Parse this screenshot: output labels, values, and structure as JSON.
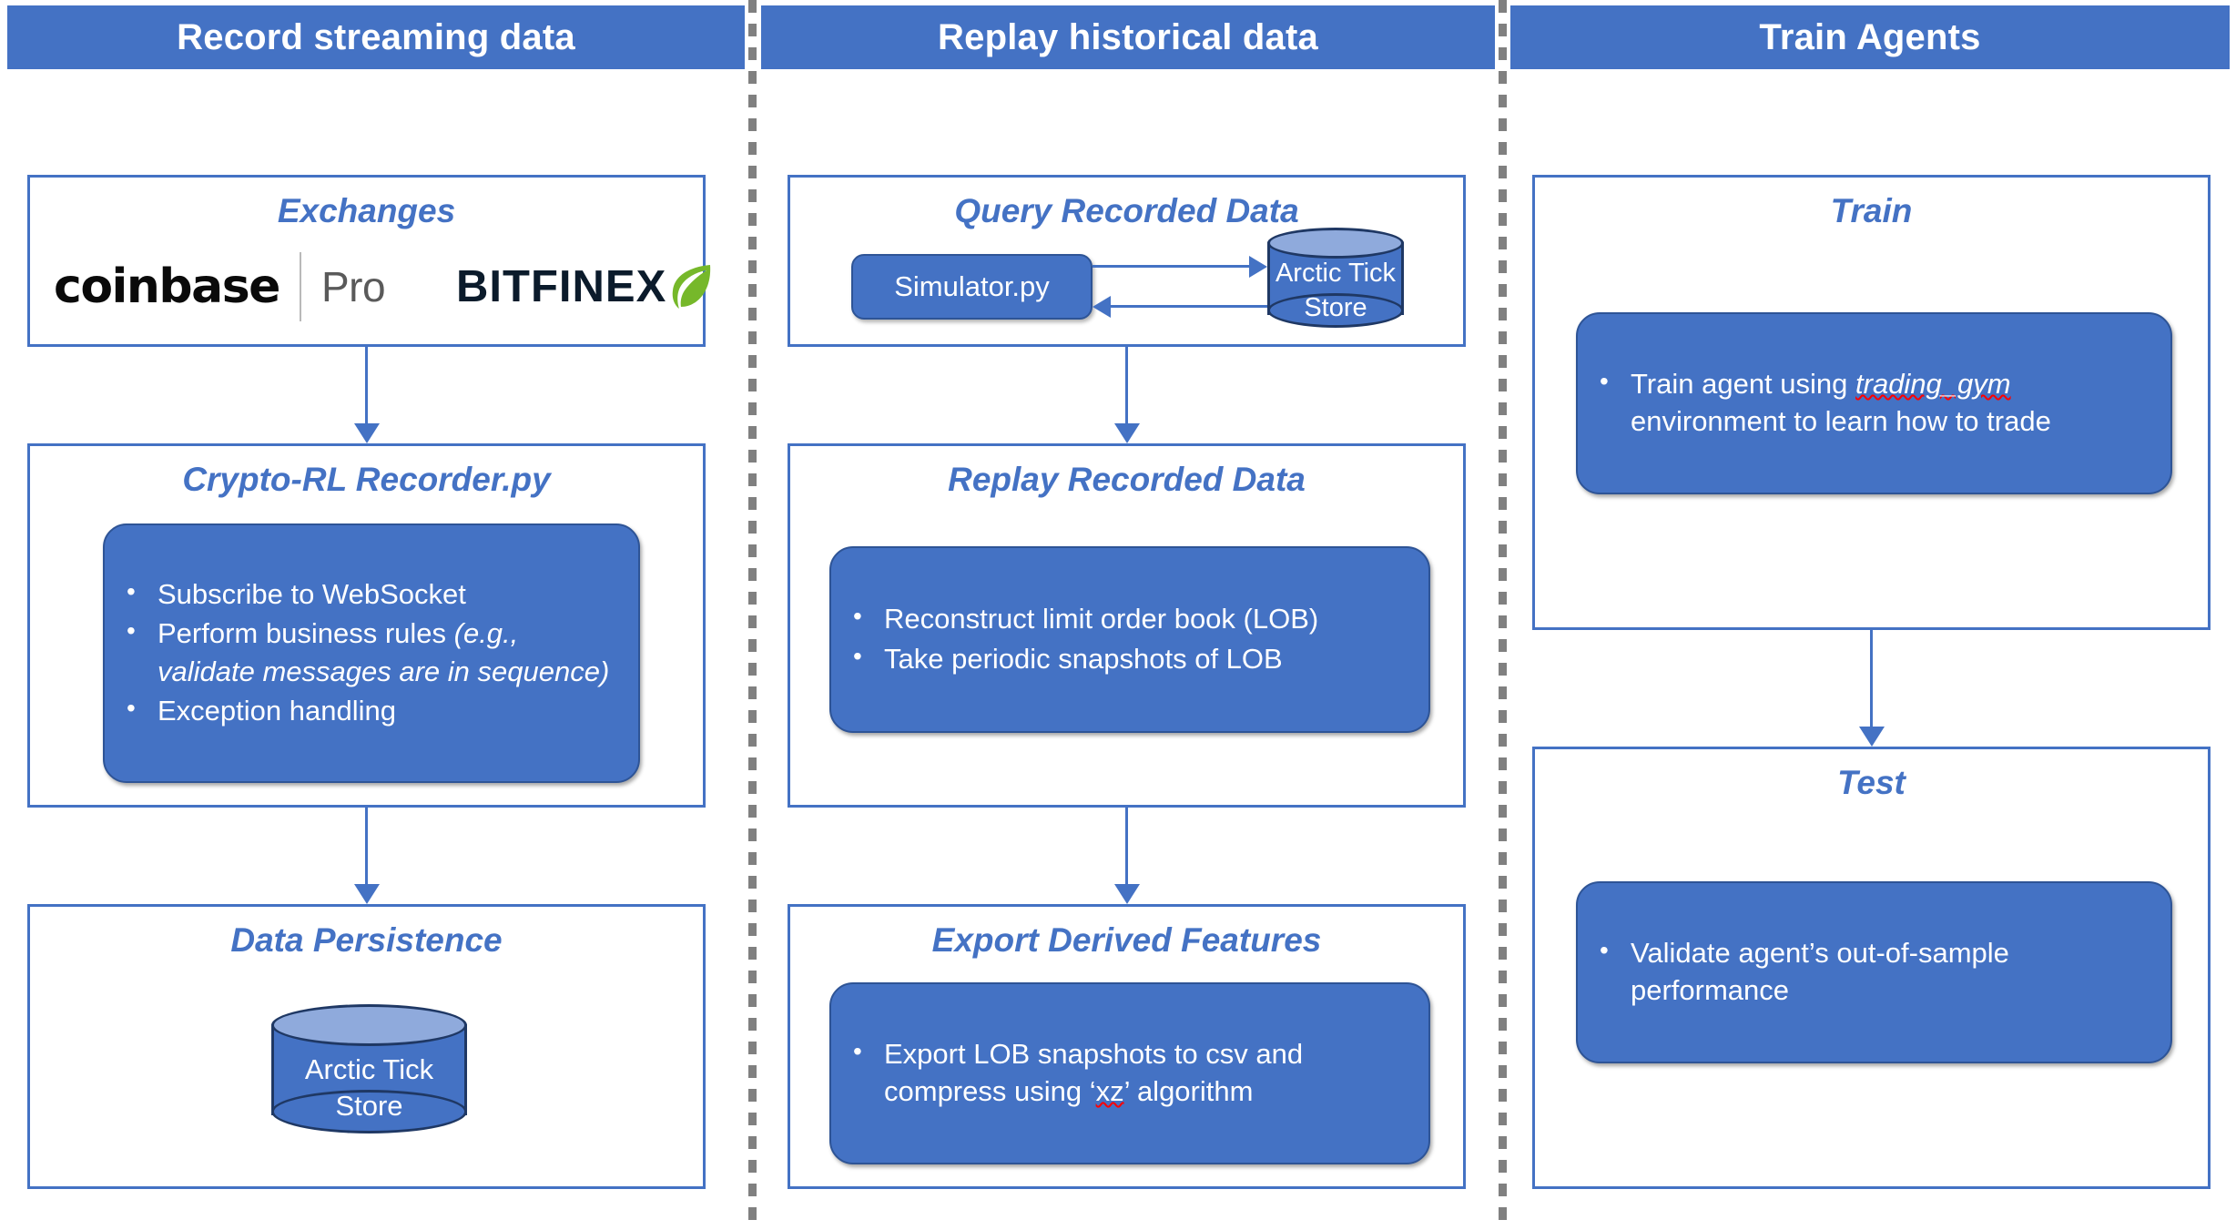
{
  "colors": {
    "accent_blue": "#4472C4",
    "dark_blue_outline": "#1F3864",
    "cylinder_top": "#8FAADC",
    "divider_gray": "#808080",
    "spellcheck_red": "#FF0000",
    "leaf_green": "#76B82A"
  },
  "columns": [
    {
      "header": "Record streaming data",
      "stages": [
        {
          "title": "Exchanges",
          "logos": [
            {
              "name": "coinbase-pro-logo",
              "primary": "coinbase",
              "secondary": "Pro"
            },
            {
              "name": "bitfinex-logo",
              "primary": "BITFINEX"
            }
          ]
        },
        {
          "title": "Crypto-RL Recorder.py",
          "bullets": [
            {
              "text": "Subscribe to WebSocket"
            },
            {
              "text": "Perform business rules ",
              "italic_tail": "(e.g., validate messages are in sequence)"
            },
            {
              "text": "Exception handling"
            }
          ]
        },
        {
          "title": "Data Persistence",
          "database": {
            "label_line1": "Arctic Tick",
            "label_line2": "Store"
          }
        }
      ]
    },
    {
      "header": "Replay historical data",
      "stages": [
        {
          "title": "Query Recorded Data",
          "node": "Simulator.py",
          "database": {
            "label_line1": "Arctic Tick",
            "label_line2": "Store"
          }
        },
        {
          "title": "Replay Recorded Data",
          "bullets": [
            {
              "text": "Reconstruct limit order book (LOB)"
            },
            {
              "text": "Take periodic snapshots of LOB"
            }
          ]
        },
        {
          "title": "Export Derived Features",
          "bullets": [
            {
              "text": "Export LOB snapshots to csv and compress using ‘xz’ algorithm",
              "misspelled": "xz"
            }
          ]
        }
      ]
    },
    {
      "header": "Train Agents",
      "stages": [
        {
          "title": "Train",
          "bullets": [
            {
              "pre": "Train agent using ",
              "code": "trading_gym",
              "post": " environment to learn how to trade"
            }
          ]
        },
        {
          "title": "Test",
          "bullets": [
            {
              "text": "Validate agent’s out-of-sample performance"
            }
          ]
        }
      ]
    }
  ],
  "text": {
    "c0_header": "Record streaming data",
    "c1_header": "Replay historical data",
    "c2_header": "Train Agents",
    "s_exchanges": "Exchanges",
    "s_recorder": "Crypto-RL Recorder.py",
    "s_persistence": "Data Persistence",
    "s_query": "Query Recorded Data",
    "s_replay": "Replay Recorded Data",
    "s_export": "Export Derived Features",
    "s_train": "Train",
    "s_test": "Test",
    "b_subscribe": "Subscribe to WebSocket",
    "b_rules_plain": "Perform business rules ",
    "b_rules_italic": "(e.g., validate messages are in sequence)",
    "b_exception": "Exception handling",
    "b_reconstruct": "Reconstruct limit order book (LOB)",
    "b_snapshots": "Take periodic snapshots of LOB",
    "b_export_pre": "Export LOB snapshots to csv and compress using ‘",
    "b_export_word": "xz",
    "b_export_post": "’ algorithm",
    "b_train_pre": "Train agent using ",
    "b_train_code": "trading_gym",
    "b_train_post": " environment to learn how to trade",
    "b_validate": "Validate agent’s out-of-sample performance",
    "db_line1": "Arctic Tick",
    "db_line2": "Store",
    "sim_node": "Simulator.py",
    "logo_coinbase": "coinbase",
    "logo_pro": "Pro",
    "logo_bitfinex": "BITFINEX"
  }
}
